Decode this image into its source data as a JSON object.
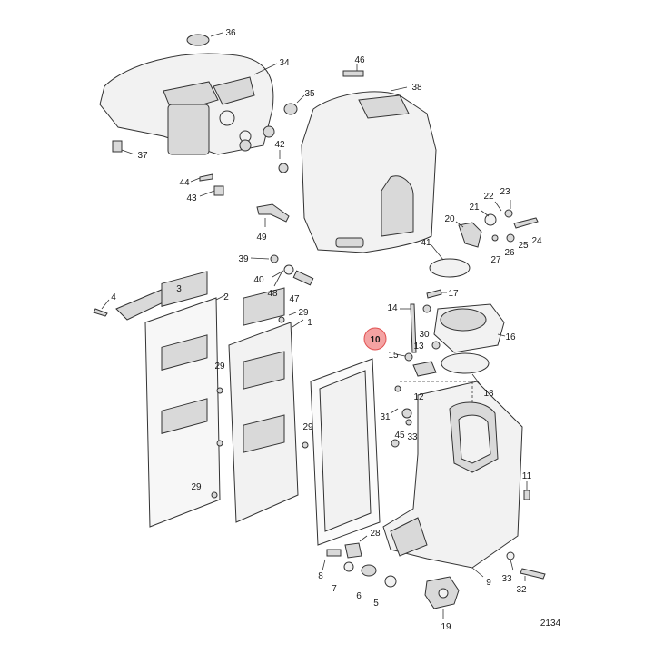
{
  "highlight": {
    "label": "10",
    "color": "#f4a3a3",
    "stroke": "#e05050"
  },
  "drawing_id": "2134",
  "callouts": {
    "c36": "36",
    "c34": "34",
    "c46": "46",
    "c38": "38",
    "c35": "35",
    "c37": "37",
    "c42": "42",
    "c44": "44",
    "c43": "43",
    "c49": "49",
    "c39": "39",
    "c40": "40",
    "c48": "48",
    "c47": "47",
    "c4": "4",
    "c3": "3",
    "c2": "2",
    "c29a": "29",
    "c1": "1",
    "c29b": "29",
    "c29c": "29",
    "c29d": "29",
    "c14": "14",
    "c17": "17",
    "c41": "41",
    "c21": "21",
    "c22": "22",
    "c23": "23",
    "c20": "20",
    "c25": "25",
    "c24": "24",
    "c26": "26",
    "c27": "27",
    "c16": "16",
    "c30": "30",
    "c15": "15",
    "c13": "13",
    "c18": "18",
    "c12": "12",
    "c31": "31",
    "c45": "45",
    "c33a": "33",
    "c11": "11",
    "c28": "28",
    "c8": "8",
    "c7": "7",
    "c6": "6",
    "c5": "5",
    "c9": "9",
    "c33b": "33",
    "c32": "32",
    "c19": "19"
  }
}
